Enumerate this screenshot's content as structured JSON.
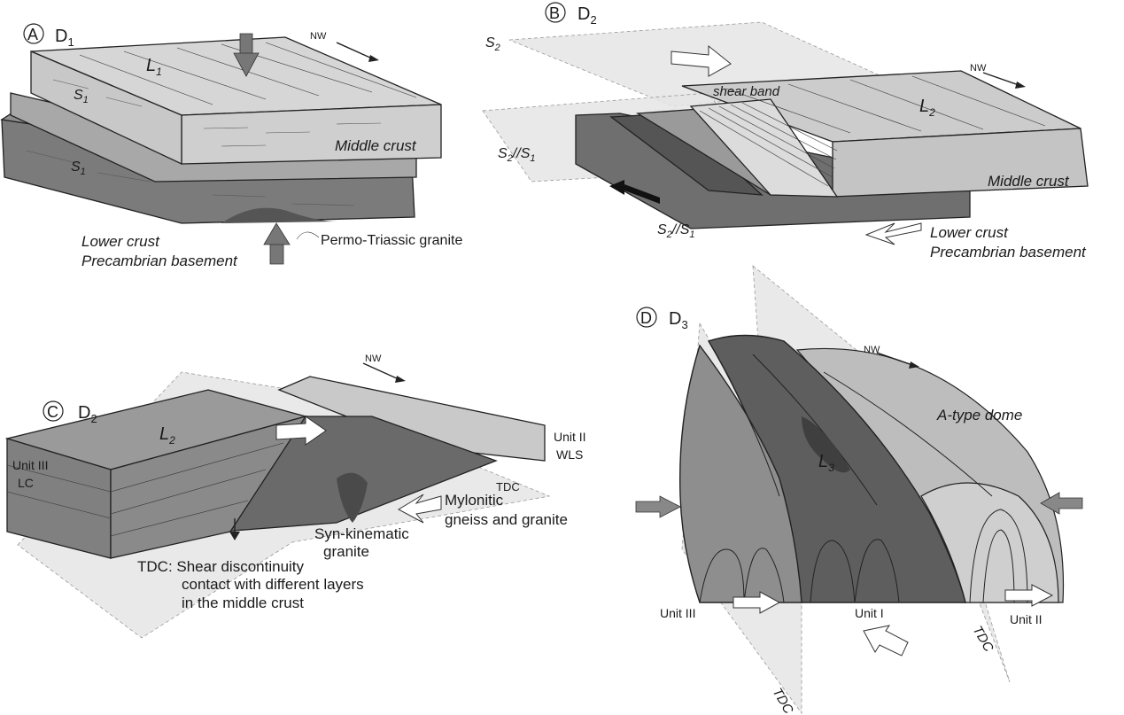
{
  "panels": {
    "a": {
      "letter": "A",
      "title": "D",
      "title_sub": "1",
      "lineation": "L",
      "lineation_sub": "1",
      "foliation_upper": "S",
      "foliation_upper_sub": "1",
      "foliation_lower": "S",
      "foliation_lower_sub": "1",
      "middle_crust": "Middle crust",
      "lower_crust": "Lower crust",
      "basement": "Precambrian basement",
      "granite": "Permo-Triassic granite",
      "north": "NW"
    },
    "b": {
      "letter": "B",
      "title": "D",
      "title_sub": "2",
      "s2": "S",
      "s2_sub": "2",
      "s2s1_left": "S",
      "s2s1_left_sub": "2",
      "s2s1_left_mid": "//S",
      "s2s1_left_sub2": "1",
      "s2s1_bottom": "S",
      "s2s1_bottom_sub": "2",
      "s2s1_bottom_mid": "//S",
      "s2s1_bottom_sub2": "1",
      "shear_band": "shear  band",
      "lineation": "L",
      "lineation_sub": "2",
      "middle_crust": "Middle crust",
      "lower_crust": "Lower crust",
      "basement": "Precambrian basement",
      "north": "NW"
    },
    "c": {
      "letter": "C",
      "title": "D",
      "title_sub": "2",
      "lineation": "L",
      "lineation_sub": "2",
      "unit_iii": "Unit III",
      "lc": "LC",
      "unit_ii": "Unit II",
      "wls": "WLS",
      "tdc": "TDC",
      "mylonitic_1": "Mylonitic",
      "mylonitic_2": "gneiss and granite",
      "syn_1": "Syn-kinematic",
      "syn_2": "granite",
      "tdc_note_1": "TDC: Shear discontinuity",
      "tdc_note_2": "contact with different layers",
      "tdc_note_3": "in the middle crust",
      "north": "NW"
    },
    "d": {
      "letter": "D",
      "title": "D",
      "title_sub": "3",
      "lineation": "L",
      "lineation_sub": "3",
      "a_type_dome": "A-type dome",
      "unit_iii": "Unit III",
      "unit_i": "Unit I",
      "unit_ii": "Unit II",
      "tdc_left": "TDC",
      "tdc_right": "TDC",
      "north": "NW"
    }
  },
  "colors": {
    "light_block": "#d3d3d3",
    "medium_block": "#a8a8a8",
    "dark_block": "#7b7b7b",
    "darker_block": "#5e5e5e",
    "plane": "#e4e4e4",
    "ink": "#1a1a1a"
  }
}
